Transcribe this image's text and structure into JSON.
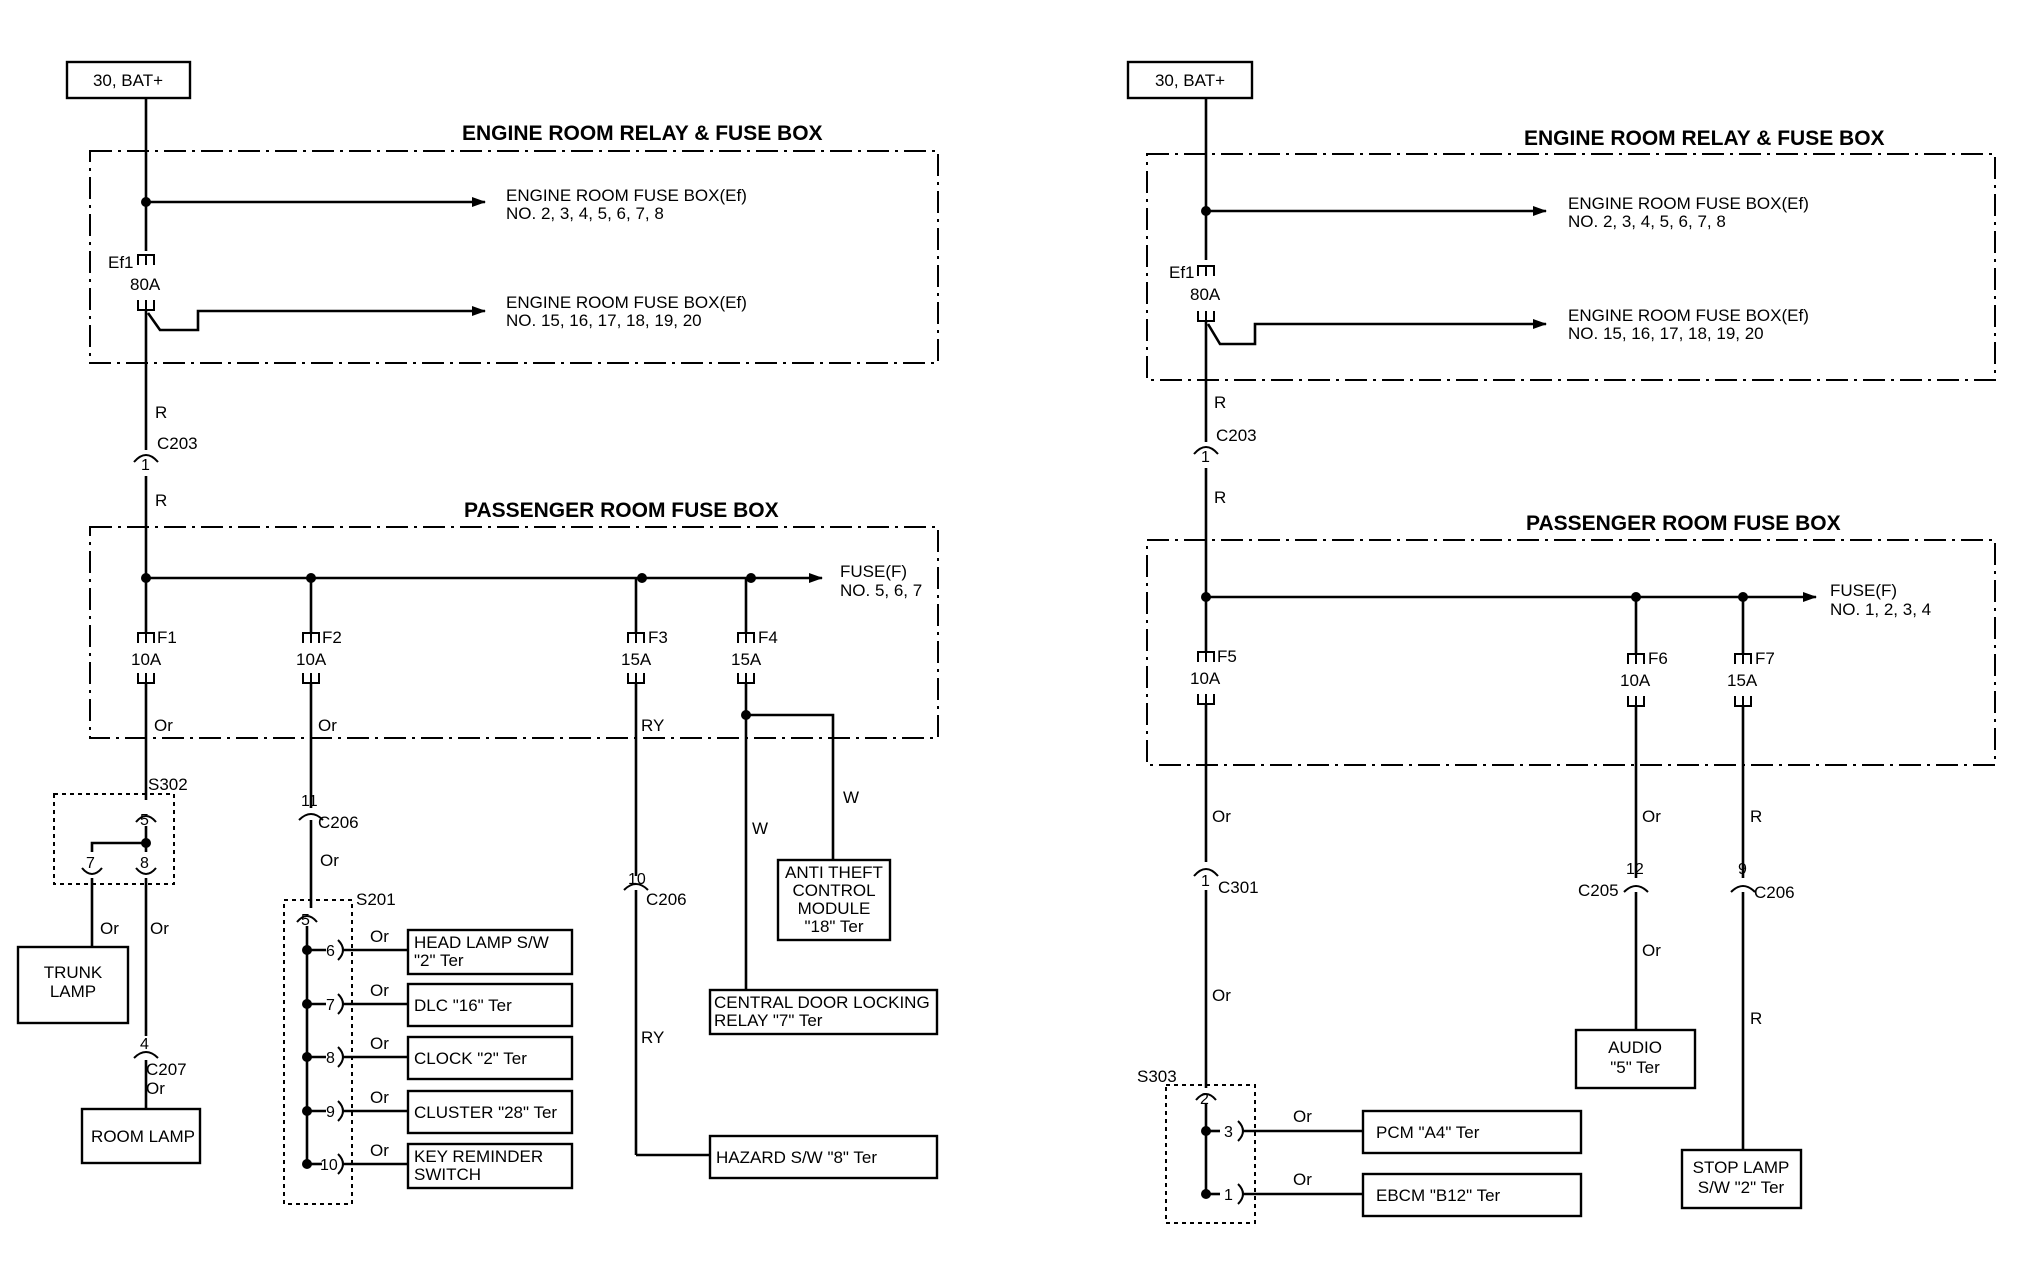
{
  "left": {
    "source": "30, BAT+",
    "engine_box_title": "ENGINE ROOM RELAY & FUSE BOX",
    "engine_out1": [
      "ENGINE ROOM FUSE BOX(Ef)",
      "NO. 2, 3, 4, 5, 6, 7, 8"
    ],
    "engine_out2": [
      "ENGINE ROOM FUSE BOX(Ef)",
      "NO. 15, 16, 17, 18, 19, 20"
    ],
    "ef1_name": "Ef1",
    "ef1_rating": "80A",
    "wire_r": "R",
    "c203": "C203",
    "c203_pin": "1",
    "passenger_box_title": "PASSENGER ROOM FUSE BOX",
    "fuse_out": [
      "FUSE(F)",
      "NO. 5, 6, 7"
    ],
    "fuses": [
      {
        "name": "F1",
        "rating": "10A",
        "wire": "Or"
      },
      {
        "name": "F2",
        "rating": "10A",
        "wire": "Or"
      },
      {
        "name": "F3",
        "rating": "15A",
        "wire": "RY"
      },
      {
        "name": "F4",
        "rating": "15A",
        "wire": "W"
      }
    ],
    "s302": "S302",
    "s302_pins": [
      "5",
      "7",
      "8"
    ],
    "wire_or": "Or",
    "trunk_lamp": [
      "TRUNK",
      "LAMP"
    ],
    "c207": "C207",
    "c207_pin": "4",
    "room_lamp": "ROOM LAMP",
    "c206a": "C206",
    "c206a_pin": "11",
    "s201": "S201",
    "s201_in_pin": "5",
    "s201_outputs": [
      {
        "pin": "6",
        "wire": "Or",
        "label": [
          "HEAD LAMP S/W",
          "\"2\" Ter"
        ]
      },
      {
        "pin": "7",
        "wire": "Or",
        "label": [
          "DLC \"16\" Ter"
        ]
      },
      {
        "pin": "8",
        "wire": "Or",
        "label": [
          "CLOCK \"2\" Ter"
        ]
      },
      {
        "pin": "9",
        "wire": "Or",
        "label": [
          "CLUSTER \"28\" Ter"
        ]
      },
      {
        "pin": "10",
        "wire": "Or",
        "label": [
          "KEY REMINDER",
          "SWITCH"
        ]
      }
    ],
    "c206b": "C206",
    "c206b_pin": "10",
    "hazard": "HAZARD S/W \"8\" Ter",
    "anti_theft": [
      "ANTI THEFT",
      "CONTROL",
      "MODULE",
      "\"18\" Ter"
    ],
    "central_door": [
      "CENTRAL DOOR LOCKING",
      "RELAY \"7\" Ter"
    ]
  },
  "right": {
    "source": "30, BAT+",
    "engine_box_title": "ENGINE ROOM RELAY & FUSE BOX",
    "engine_out1": [
      "ENGINE ROOM FUSE BOX(Ef)",
      "NO. 2, 3, 4, 5, 6, 7, 8"
    ],
    "engine_out2": [
      "ENGINE ROOM FUSE BOX(Ef)",
      "NO. 15, 16, 17, 18, 19, 20"
    ],
    "ef1_name": "Ef1",
    "ef1_rating": "80A",
    "wire_r": "R",
    "c203": "C203",
    "c203_pin": "1",
    "passenger_box_title": "PASSENGER ROOM FUSE BOX",
    "fuse_out": [
      "FUSE(F)",
      "NO. 1, 2, 3, 4"
    ],
    "fuses": [
      {
        "name": "F5",
        "rating": "10A",
        "wire": "Or"
      },
      {
        "name": "F6",
        "rating": "10A",
        "wire": "Or"
      },
      {
        "name": "F7",
        "rating": "15A",
        "wire": "R"
      }
    ],
    "c301": "C301",
    "c301_pin": "1",
    "wire_or": "Or",
    "s303": "S303",
    "s303_pins": [
      "2",
      "3",
      "1"
    ],
    "pcm": "PCM \"A4\" Ter",
    "ebcm": "EBCM \"B12\" Ter",
    "c205": "C205",
    "c205_pin": "12",
    "audio": [
      "AUDIO",
      "\"5\" Ter"
    ],
    "c206": "C206",
    "c206_pin": "9",
    "stop_lamp": [
      "STOP LAMP",
      "S/W \"2\" Ter"
    ]
  }
}
